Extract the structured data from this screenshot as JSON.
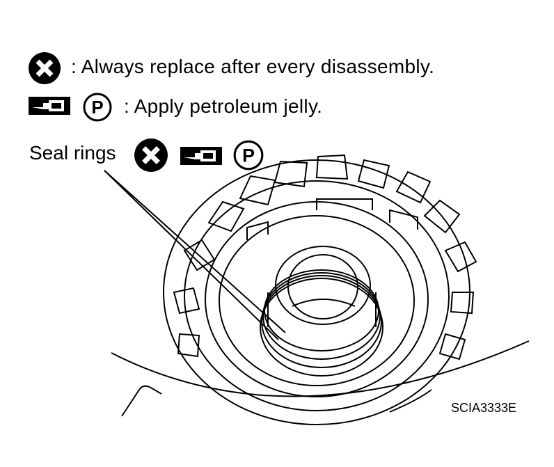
{
  "legend": {
    "replace_text": ": Always replace after every disassembly.",
    "jelly_text": ": Apply petroleum jelly.",
    "icons": [
      "replace-x-icon",
      "grease-gun-icon",
      "petroleum-p-icon"
    ],
    "p_symbol": "P"
  },
  "callout": {
    "label": "Seal rings",
    "icons": [
      "replace-x-icon",
      "grease-gun-icon",
      "petroleum-p-icon"
    ]
  },
  "figure_code": "SCIA3333E"
}
